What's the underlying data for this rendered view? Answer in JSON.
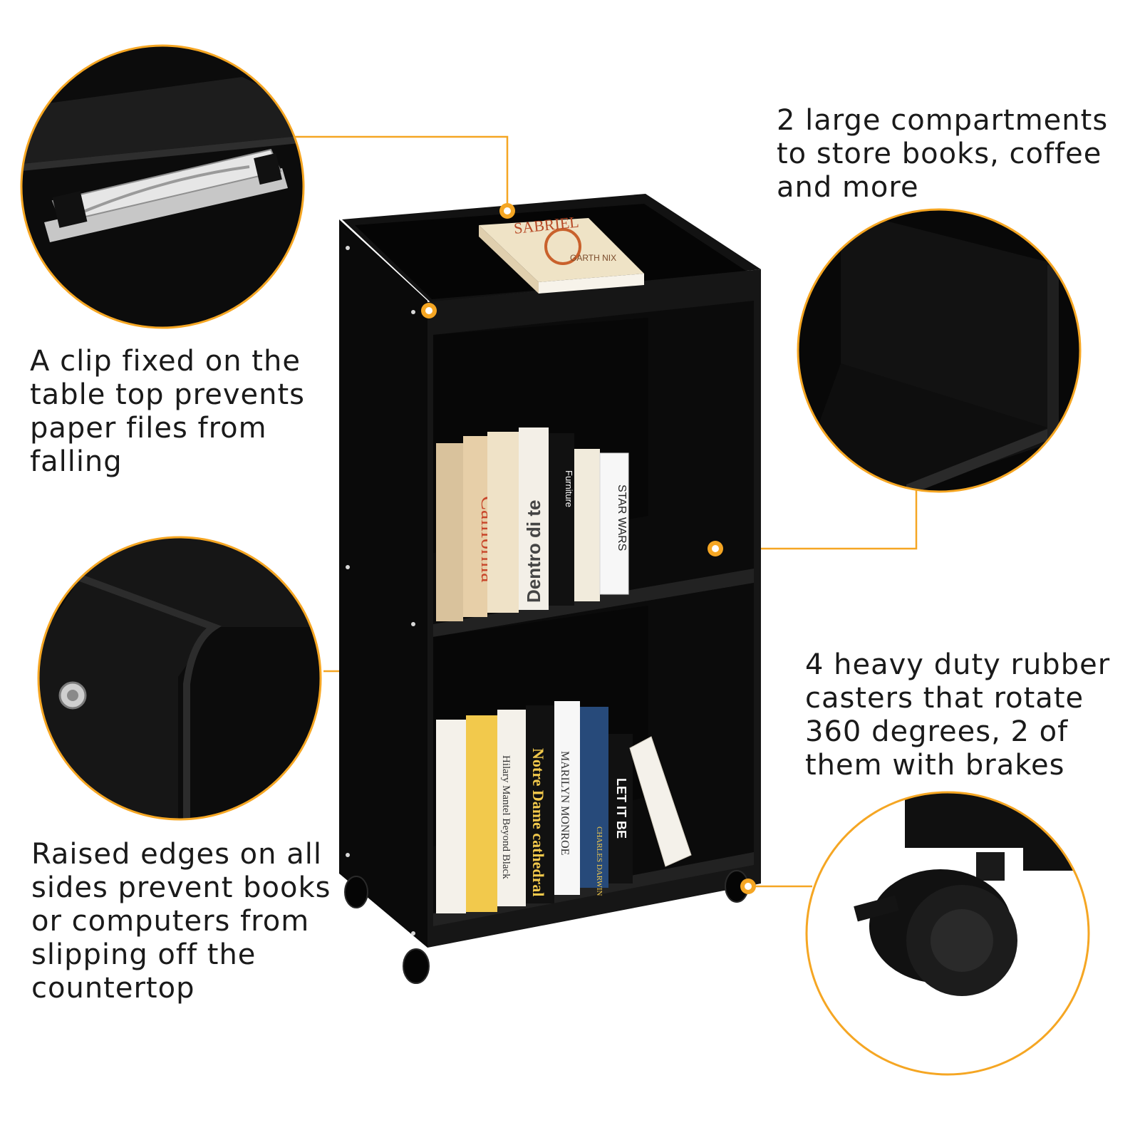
{
  "colors": {
    "accent": "#f5a623",
    "cabinet": "#0d0d0d",
    "text": "#1a1a1a",
    "background": "#ffffff"
  },
  "captions": {
    "clip": "A clip fixed on the\ntable top prevents\npaper files from\nfalling",
    "compartments": "2 large compartments\nto store books, coffee\nand more",
    "edges": "Raised edges on all\nsides prevent books\nor computers from\nslipping off the\ncountertop",
    "casters": "4 heavy duty rubber\ncasters that rotate\n360 degrees, 2 of\nthem with brakes"
  },
  "books": {
    "top": {
      "title": "SABRIEL",
      "author": "GARTH NIX"
    },
    "middle": [
      {
        "spine": "California",
        "color": "#e9d6b7"
      },
      {
        "spine": "Dentro di te",
        "color": "#f3efe7"
      },
      {
        "spine": "Furniture",
        "color": "#111111"
      },
      {
        "spine": "STAR WARS",
        "color": "#f7f7f7"
      }
    ],
    "bottom": [
      {
        "spine": "Hilary Mantel Beyond Black",
        "color": "#f2c94c"
      },
      {
        "spine": "Notre Dame cathedral",
        "color": "#111111"
      },
      {
        "spine": "MARILYN MONROE",
        "color": "#f7f7f7"
      },
      {
        "spine": "CHARLES DARWIN",
        "color": "#274a7a"
      },
      {
        "spine": "LET IT BE",
        "color": "#111111"
      }
    ]
  }
}
